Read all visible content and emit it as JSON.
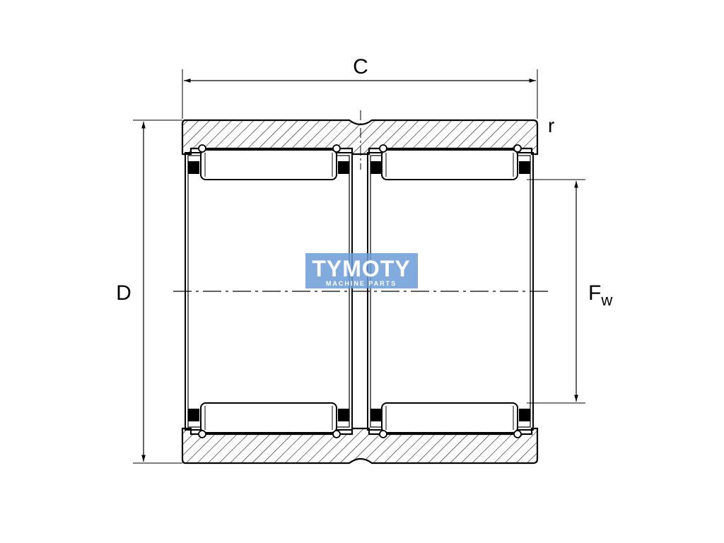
{
  "dimensions": {
    "width_label": "C",
    "outer_diameter_label": "D",
    "inner_diameter_label": "F",
    "inner_diameter_subscript": "w",
    "radius_label": "r"
  },
  "watermark": {
    "name": "TYMOTY",
    "tagline": "MACHINE PARTS"
  },
  "colors": {
    "line": "#000000",
    "watermark_bg": "#6a9cd6"
  }
}
